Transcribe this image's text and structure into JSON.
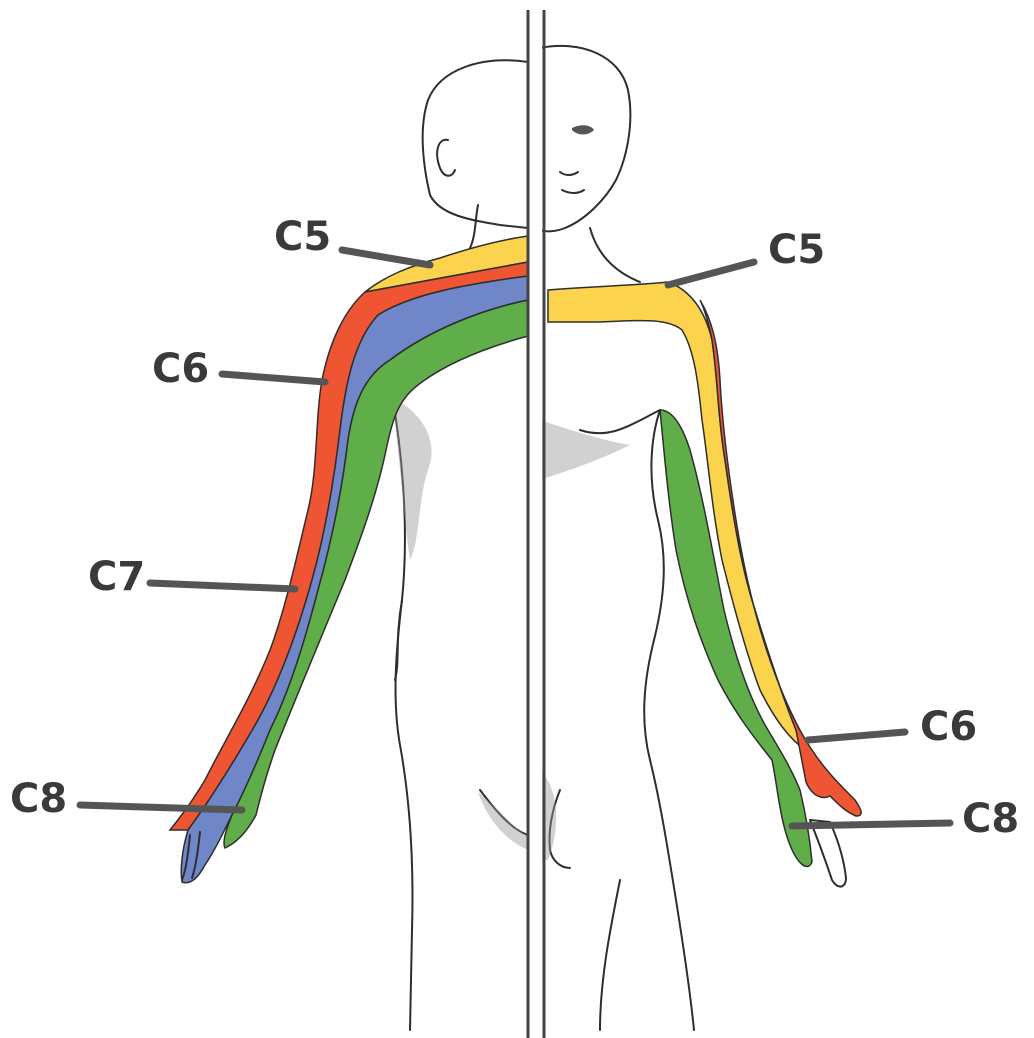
{
  "diagram": {
    "labels": {
      "back_c5": "C5",
      "back_c6": "C6",
      "back_c7": "C7",
      "back_c8": "C8",
      "front_c5": "C5",
      "front_c6": "C6",
      "front_c8": "C8"
    },
    "colors": {
      "c5": "#fbd34c",
      "c6": "#ef5533",
      "c7": "#6f86c8",
      "c8": "#5fae4a",
      "outline": "#2e2e2e",
      "leader": "#555555"
    }
  }
}
